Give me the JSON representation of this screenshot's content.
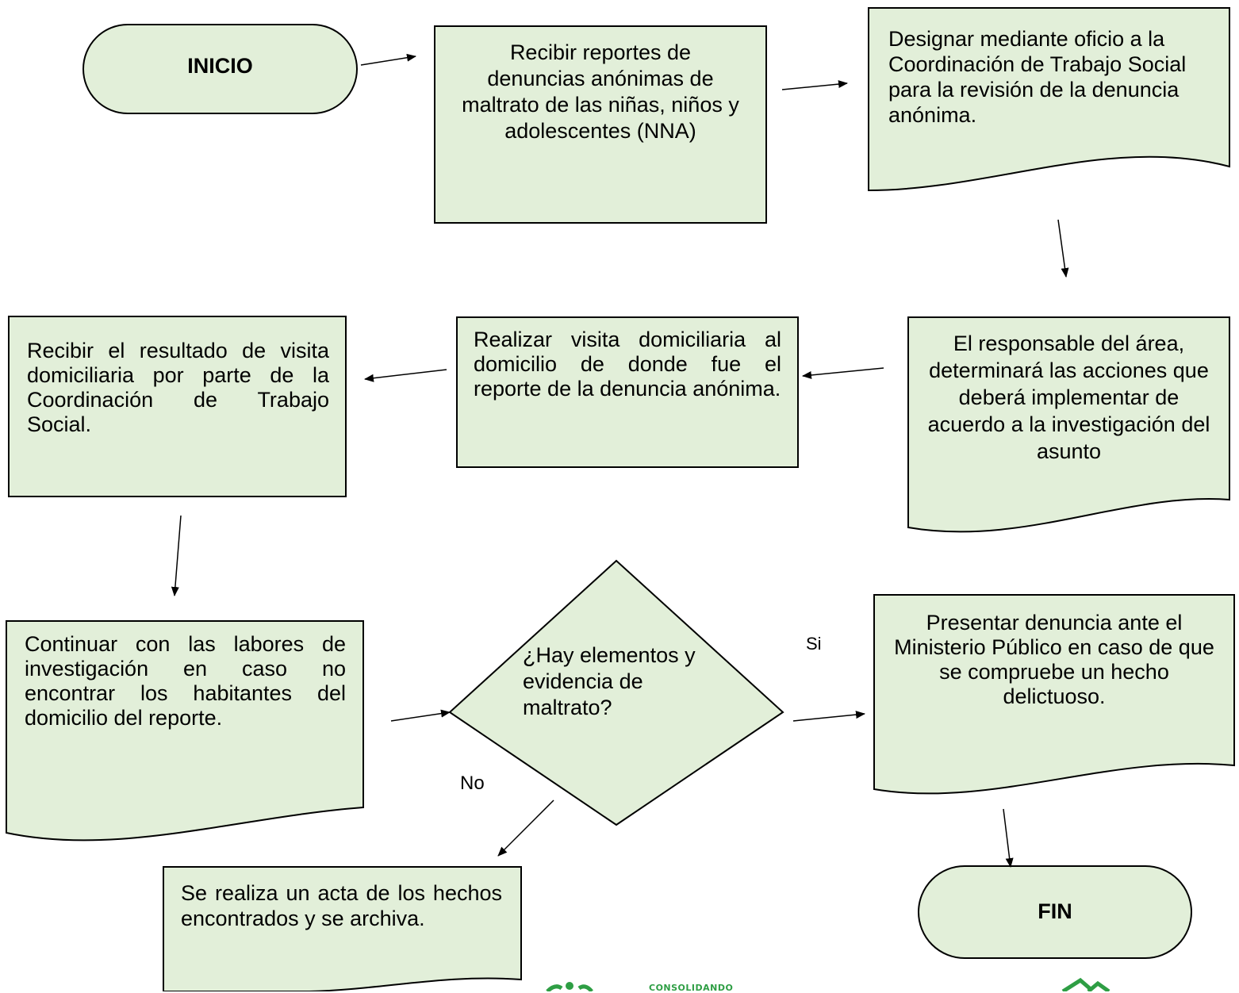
{
  "colors": {
    "fill": "#e2efd9",
    "stroke": "#000000",
    "logo_green": "#2e9e44"
  },
  "nodes": {
    "inicio": "INICIO",
    "recibir_reportes": "Recibir reportes de denuncias anónimas de maltrato de las niñas, niños y adolescentes (NNA)",
    "designar": "Designar mediante oficio a la Coordinación de Trabajo Social para la revisión de la denuncia anónima.",
    "responsable": "El responsable del área, determinará las acciones que deberá implementar de acuerdo a la investigación del asunto",
    "realizar_visita": "Realizar visita domiciliaria al domicilio de donde fue el reporte de la denuncia anónima.",
    "recibir_resultado": "Recibir el resultado de visita domiciliaria por parte de la Coordinación de Trabajo Social.",
    "continuar": "Continuar con las labores de investigación en caso no encontrar los habitantes del domicilio del reporte.",
    "decision": "¿Hay elementos y evidencia de maltrato?",
    "presentar": "Presentar denuncia ante el Ministerio Público en caso de que se compruebe un hecho delictuoso.",
    "acta": "Se realiza un acta de los hechos encontrados y se archiva.",
    "fin": "FIN"
  },
  "edge_labels": {
    "si": "Si",
    "no": "No"
  },
  "logo": {
    "text": "CONSOLIDANDO"
  }
}
